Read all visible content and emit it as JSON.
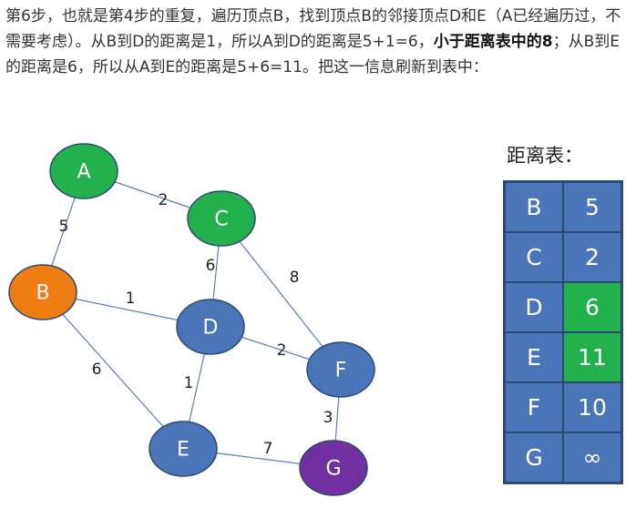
{
  "paragraph": {
    "part1": "第6步，也就是第4步的重复，遍历顶点B，找到顶点B的邻接顶点D和E（A已经遍历过，不需要考虑）。从B到D的距离是1，所以A到D的距离是5+1=6，",
    "bold": "小于距离表中的8",
    "part2": "；从B到E的距离是6，所以从A到E的距离是5+6=11。把这一信息刷新到表中："
  },
  "graph": {
    "nodes": [
      {
        "id": "A",
        "color": "#22b14c"
      },
      {
        "id": "C",
        "color": "#22b14c"
      },
      {
        "id": "B",
        "color": "#ee7d12"
      },
      {
        "id": "D",
        "color": "#4a76b9"
      },
      {
        "id": "F",
        "color": "#4a76b9"
      },
      {
        "id": "E",
        "color": "#4a76b9"
      },
      {
        "id": "G",
        "color": "#7030a0"
      }
    ],
    "edges": [
      {
        "from": "A",
        "to": "C",
        "weight": "2"
      },
      {
        "from": "A",
        "to": "B",
        "weight": "5"
      },
      {
        "from": "C",
        "to": "D",
        "weight": "6"
      },
      {
        "from": "C",
        "to": "F",
        "weight": "8"
      },
      {
        "from": "B",
        "to": "D",
        "weight": "1"
      },
      {
        "from": "B",
        "to": "E",
        "weight": "6"
      },
      {
        "from": "D",
        "to": "F",
        "weight": "2"
      },
      {
        "from": "D",
        "to": "E",
        "weight": "1"
      },
      {
        "from": "F",
        "to": "G",
        "weight": "3"
      },
      {
        "from": "E",
        "to": "G",
        "weight": "7"
      }
    ]
  },
  "distance_table": {
    "title": "距离表：",
    "rows": [
      {
        "vertex": "B",
        "distance": "5",
        "highlight": false
      },
      {
        "vertex": "C",
        "distance": "2",
        "highlight": false
      },
      {
        "vertex": "D",
        "distance": "6",
        "highlight": true
      },
      {
        "vertex": "E",
        "distance": "11",
        "highlight": true
      },
      {
        "vertex": "F",
        "distance": "10",
        "highlight": false
      },
      {
        "vertex": "G",
        "distance": "∞",
        "highlight": false
      }
    ],
    "highlight_color": "#22b14c",
    "cell_color": "#4a76b9"
  }
}
